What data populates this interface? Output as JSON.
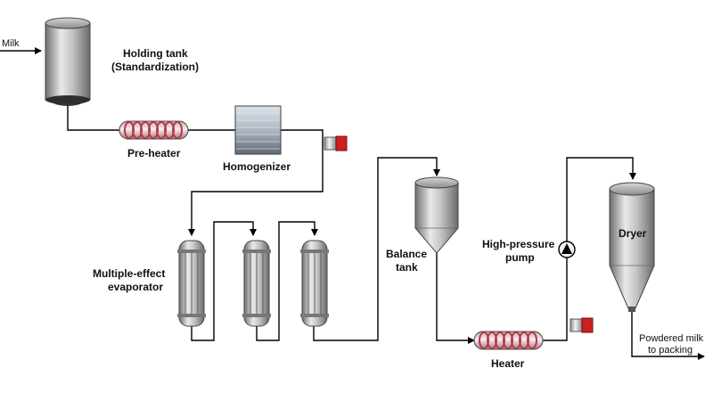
{
  "labels": {
    "milk": "Milk",
    "holding_tank_line1": "Holding tank",
    "holding_tank_line2": "(Standardization)",
    "pre_heater": "Pre-heater",
    "homogenizer": "Homogenizer",
    "evaporator_line1": "Multiple-effect",
    "evaporator_line2": "evaporator",
    "balance_tank_line1": "Balance",
    "balance_tank_line2": "tank",
    "pump_line1": "High-pressure",
    "pump_line2": "pump",
    "dryer": "Dryer",
    "heater": "Heater",
    "output_line1": "Powdered milk",
    "output_line2": "to packing"
  },
  "colors": {
    "heater_coil": "#b23b4a",
    "connector_red": "#cc1f1f",
    "equipment_gray": "#9a9a9a",
    "pipe": "#000000"
  }
}
